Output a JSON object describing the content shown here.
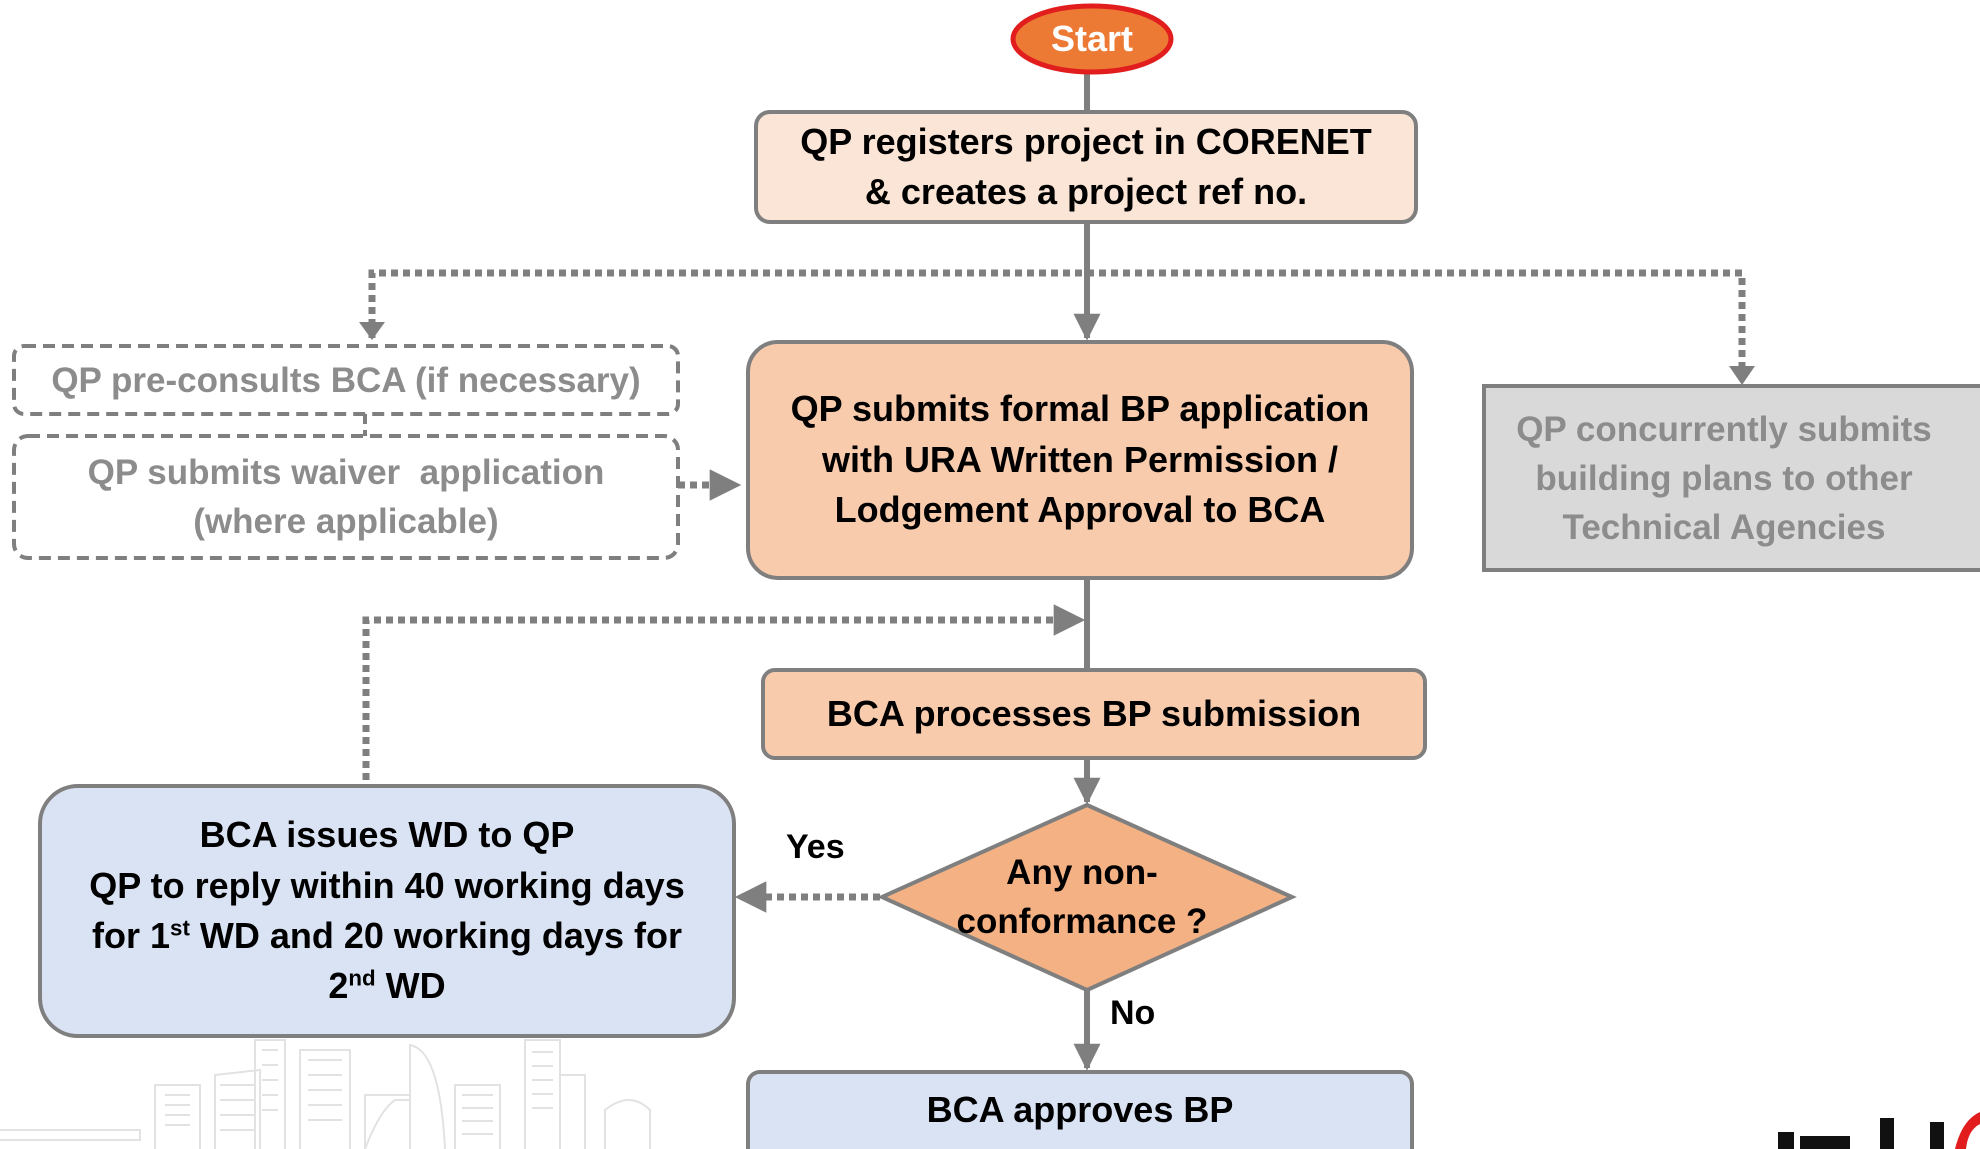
{
  "colors": {
    "start_fill": "#ec7a35",
    "start_border": "#e11d1d",
    "box_light_peach": "#fbe5d6",
    "box_peach": "#f8cbad",
    "box_orange": "#f4b183",
    "box_blue": "#dae3f3",
    "box_grey": "#d9d9d9",
    "line": "#7f7f7f",
    "muted_text": "#8c8c8c"
  },
  "flow": {
    "start": "Start",
    "register": [
      "QP registers project in CORENET",
      "& creates a project ref no."
    ],
    "preconsult": "QP pre-consults BCA (if necessary)",
    "waiver": [
      "QP submits waiver  application",
      "(where applicable)"
    ],
    "submit": [
      "QP submits formal BP application",
      "with URA Written Permission /",
      "Lodgement Approval to BCA"
    ],
    "concurrent": [
      "QP concurrently submits",
      "building plans to other",
      "Technical Agencies"
    ],
    "process": "BCA processes BP submission",
    "decision": [
      "Any non-",
      "conformance ?"
    ],
    "yes_label": "Yes",
    "no_label": "No",
    "wd": {
      "line1": "BCA issues WD to QP",
      "line2": "QP to reply within 40 working days",
      "line3_pre": "for 1",
      "line3_sup": "st",
      "line3_post": " WD and 20 working days for",
      "line4_pre": "2",
      "line4_sup": "nd",
      "line4_post": " WD"
    },
    "approve": "BCA approves BP"
  },
  "decor": {
    "skyline": "city-skyline-illustration",
    "logo": "brand-logo-partial"
  }
}
